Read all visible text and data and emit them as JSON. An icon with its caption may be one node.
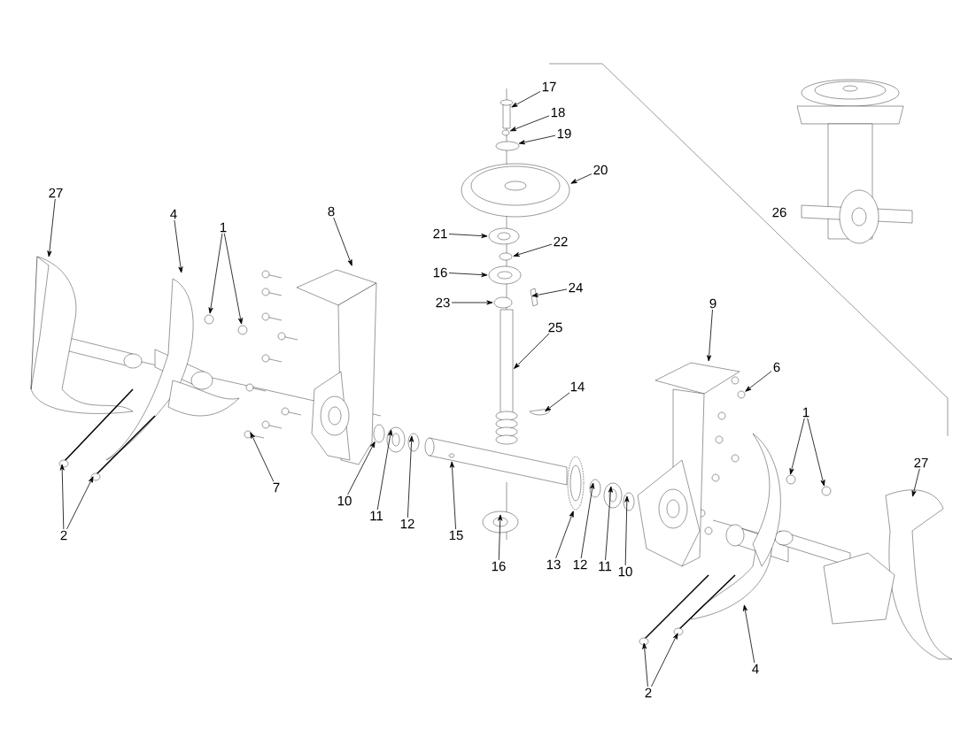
{
  "diagram": {
    "nodes": [
      {
        "text": [
          "17"
        ]
      },
      {
        "text": [
          "18"
        ]
      },
      {
        "text": [
          "19"
        ]
      },
      {
        "text": [
          "20"
        ]
      },
      {
        "text": [
          "27"
        ]
      },
      {
        "text": [
          "4"
        ]
      },
      {
        "text": [
          "8"
        ]
      },
      {
        "text": [
          "1"
        ]
      },
      {
        "text": [
          "21"
        ]
      },
      {
        "text": [
          "22"
        ]
      },
      {
        "text": [
          "16"
        ]
      },
      {
        "text": [
          "24"
        ]
      },
      {
        "text": [
          "23"
        ]
      },
      {
        "text": [
          "9"
        ]
      },
      {
        "text": [
          "25"
        ]
      },
      {
        "text": [
          "6"
        ]
      },
      {
        "text": [
          "14"
        ]
      },
      {
        "text": [
          "1"
        ]
      },
      {
        "text": [
          "27"
        ]
      },
      {
        "text": [
          "7"
        ]
      },
      {
        "text": [
          "10"
        ]
      },
      {
        "text": [
          "11"
        ]
      },
      {
        "text": [
          "12"
        ]
      },
      {
        "text": [
          "2"
        ]
      },
      {
        "text": [
          "15"
        ]
      },
      {
        "text": [
          "13"
        ]
      },
      {
        "text": [
          "12"
        ]
      },
      {
        "text": [
          "11"
        ]
      },
      {
        "text": [
          "16"
        ]
      },
      {
        "text": [
          "10"
        ]
      },
      {
        "text": [
          "4"
        ]
      },
      {
        "text": [
          "2"
        ]
      },
      {
        "text": [],
        "shape": "picture"
      },
      {
        "text": [],
        "shape": "circle"
      },
      {
        "text": [],
        "shape": "circle"
      },
      {
        "text": [],
        "shape": "picture"
      },
      {
        "text": [],
        "shape": "picture"
      },
      {
        "text": [],
        "shape": "picture"
      },
      {
        "text": [],
        "shape": "picture"
      },
      {
        "text": [],
        "shape": "circle"
      },
      {
        "text": [],
        "shape": "picture"
      },
      {
        "text": [],
        "shape": "picture"
      },
      {
        "text": [],
        "shape": "picture"
      },
      {
        "text": [],
        "shape": "picture"
      },
      {
        "text": [],
        "shape": "picture"
      },
      {
        "text": [],
        "shape": "circle"
      },
      {
        "text": [],
        "shape": "picture"
      },
      {
        "text": [],
        "shape": "picture"
      },
      {
        "text": [],
        "shape": "circle"
      },
      {
        "text": [],
        "shape": "picture"
      },
      {
        "text": [],
        "shape": "picture"
      },
      {
        "text": [],
        "shape": "picture"
      },
      {
        "text": [],
        "shape": "picture"
      },
      {
        "text": [],
        "shape": "picture"
      },
      {
        "text": [],
        "shape": "circle"
      },
      {
        "text": [],
        "shape": "picture"
      },
      {
        "text": [],
        "shape": "picture"
      },
      {
        "text": [],
        "shape": "picture"
      },
      {
        "text": [],
        "shape": "picture"
      },
      {
        "text": [],
        "shape": "picture"
      },
      {
        "text": [],
        "shape": "picture"
      },
      {
        "text": [],
        "shape": "picture"
      },
      {
        "text": [],
        "shape": "picture"
      },
      {
        "text": [],
        "shape": "picture"
      },
      {
        "text": [],
        "shape": "picture"
      },
      {
        "text": [],
        "shape": "picture"
      },
      {
        "text": [],
        "shape": "picture"
      },
      {
        "text": [],
        "shape": "picture"
      }
    ],
    "edges": [
      {
        "from": 0,
        "to": 32,
        "arrow": "to"
      },
      {
        "from": 1,
        "to": 33,
        "arrow": "to"
      },
      {
        "from": 2,
        "to": 34,
        "arrow": "to"
      },
      {
        "from": 3,
        "to": 35,
        "arrow": "to"
      },
      {
        "from": 4,
        "to": 36,
        "arrow": "to"
      },
      {
        "from": 5,
        "to": 37,
        "arrow": "to"
      },
      {
        "from": 6,
        "to": 38,
        "arrow": "to"
      },
      {
        "from": 7,
        "to": 39,
        "arrow": "to"
      },
      {
        "from": 7,
        "to": 40,
        "arrow": "to"
      },
      {
        "from": 8,
        "to": 41,
        "arrow": "to"
      },
      {
        "from": 9,
        "to": 42,
        "arrow": "to"
      },
      {
        "from": 10,
        "to": 43,
        "arrow": "to"
      },
      {
        "from": 11,
        "to": 44,
        "arrow": "to"
      },
      {
        "from": 12,
        "to": 45,
        "arrow": "to"
      },
      {
        "from": 13,
        "to": 46,
        "arrow": "to"
      },
      {
        "from": 14,
        "to": 47,
        "arrow": "to"
      },
      {
        "from": 15,
        "to": 48,
        "arrow": "to"
      },
      {
        "from": 16,
        "to": 49,
        "arrow": "to"
      },
      {
        "from": 17,
        "to": 50,
        "arrow": "to"
      },
      {
        "from": 17,
        "to": 51,
        "arrow": "to"
      },
      {
        "from": 18,
        "to": 52,
        "arrow": "to"
      },
      {
        "from": 19,
        "to": 53,
        "arrow": "to"
      },
      {
        "from": 20,
        "to": 54,
        "arrow": "to"
      },
      {
        "from": 21,
        "to": 55,
        "arrow": "to"
      },
      {
        "from": 22,
        "to": 56,
        "arrow": "to"
      },
      {
        "from": 23,
        "to": 57,
        "arrow": "to"
      },
      {
        "from": 23,
        "to": 58,
        "arrow": "to"
      },
      {
        "from": 24,
        "to": 59,
        "arrow": "to"
      },
      {
        "from": 25,
        "to": 60,
        "arrow": "to"
      },
      {
        "from": 26,
        "to": 61,
        "arrow": "to"
      },
      {
        "from": 27,
        "to": 62,
        "arrow": "to"
      },
      {
        "from": 28,
        "to": 63,
        "arrow": "to"
      },
      {
        "from": 29,
        "to": 64,
        "arrow": "to"
      },
      {
        "from": 30,
        "to": 65,
        "arrow": "to"
      },
      {
        "from": 31,
        "to": 66,
        "arrow": "to"
      },
      {
        "from": 31,
        "to": 67,
        "arrow": "to"
      }
    ],
    "labels": [
      "26"
    ]
  }
}
